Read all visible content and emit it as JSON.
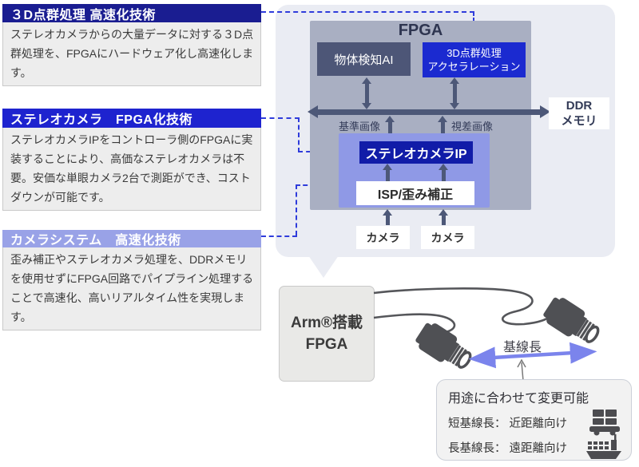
{
  "colors": {
    "header_dark_navy": "#1a1d91",
    "header_bright_blue": "#1e23cf",
    "header_periwinkle": "#99a2e7",
    "bubble_bg": "#eaecf3",
    "fpga_gray": "#a9afc2",
    "slate_block": "#4d5677",
    "accent_blue_block": "#1b2ad0",
    "stereo_ip_blue": "#111ca8",
    "purple_container": "#8f99e6",
    "bus_arrow": "#4d5878",
    "connector_dashed": "#2f3cdb",
    "baseline_arrow": "#7b84ec"
  },
  "callouts": [
    {
      "title": "３D点群処理 高速化技術",
      "body": "ステレオカメラからの大量データに対する３D点群処理を、FPGAにハードウェア化し高速化します。"
    },
    {
      "title": "ステレオカメラ　FPGA化技術",
      "body": "ステレオカメラIPをコントローラ側のFPGAに実装することにより、高価なステレオカメラは不要。安価な単眼カメラ2台で測距ができ、コストダウンが可能です。"
    },
    {
      "title": "カメラシステム　高速化技術",
      "body": "歪み補正やステレオカメラ処理を、DDRメモリを使用せずにFPGA回路でパイプライン処理することで高速化、高いリアルタイム性を実現します。"
    }
  ],
  "diagram": {
    "fpga_label": "FPGA",
    "object_ai": "物体検知AI",
    "accel_line1": "3D点群処理",
    "accel_line2": "アクセラレーション",
    "ref_image": "基準画像",
    "disp_image": "視差画像",
    "stereo_ip": "ステレオカメラIP",
    "isp": "ISP/歪み補正",
    "camera1": "カメラ",
    "camera2": "カメラ",
    "ddr_line1": "DDR",
    "ddr_line2": "メモリ",
    "arm_line1": "Arm®搭載",
    "arm_line2": "FPGA",
    "baseline": "基線長"
  },
  "note": {
    "title": "用途に合わせて変更可能",
    "short": "短基線長： 近距離向け",
    "long": "長基線長： 遠距離向け",
    "icons": [
      "agv-cart-icon",
      "cargo-ship-icon"
    ]
  }
}
